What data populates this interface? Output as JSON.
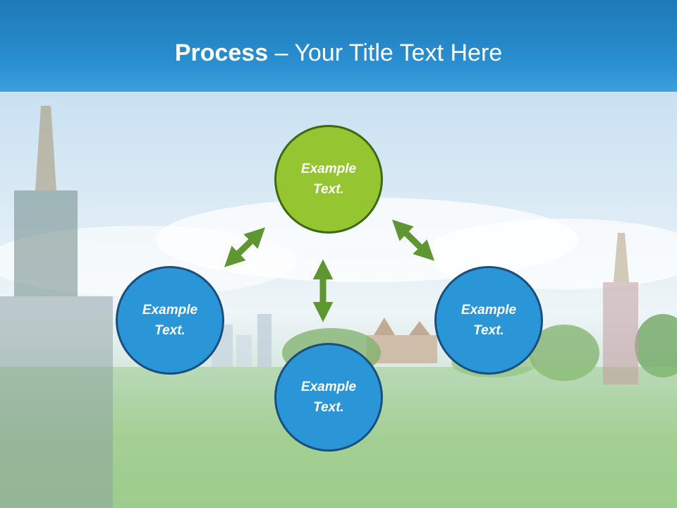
{
  "slide": {
    "title_bold": "Process",
    "title_separator": "–",
    "title_rest": "Your Title Text Here"
  },
  "nodes": [
    {
      "id": "top",
      "line1": "Example",
      "line2": "Text.",
      "color": "#95c632"
    },
    {
      "id": "left",
      "line1": "Example",
      "line2": "Text.",
      "color": "#2a95d7"
    },
    {
      "id": "right",
      "line1": "Example",
      "line2": "Text.",
      "color": "#2a95d7"
    },
    {
      "id": "bottom",
      "line1": "Example",
      "line2": "Text.",
      "color": "#2a95d7"
    }
  ],
  "colors": {
    "arrow": "#5e9632",
    "title_bar": "#2a8fd0"
  }
}
